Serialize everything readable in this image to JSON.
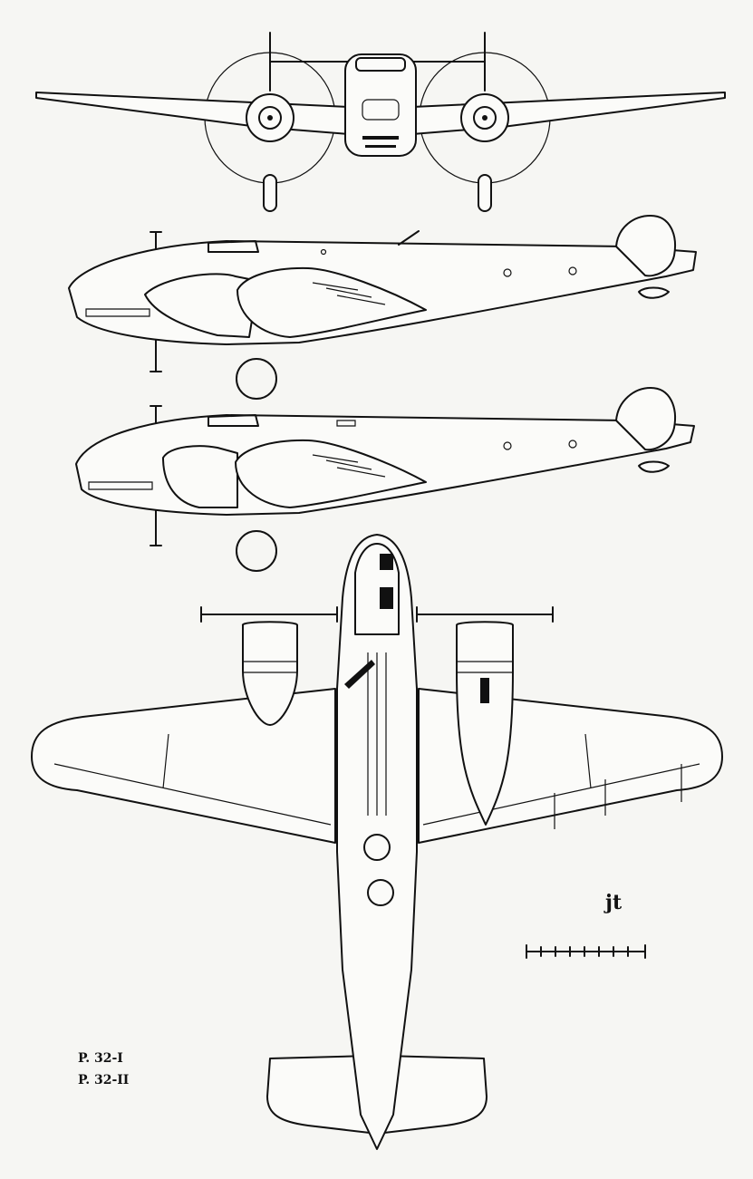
{
  "variants": [
    {
      "designation": "P. 32-I"
    },
    {
      "designation": "P. 32-II"
    }
  ],
  "artist_signature": "jt",
  "colors": {
    "line": "#111111",
    "paper": "#f6f6f3"
  }
}
